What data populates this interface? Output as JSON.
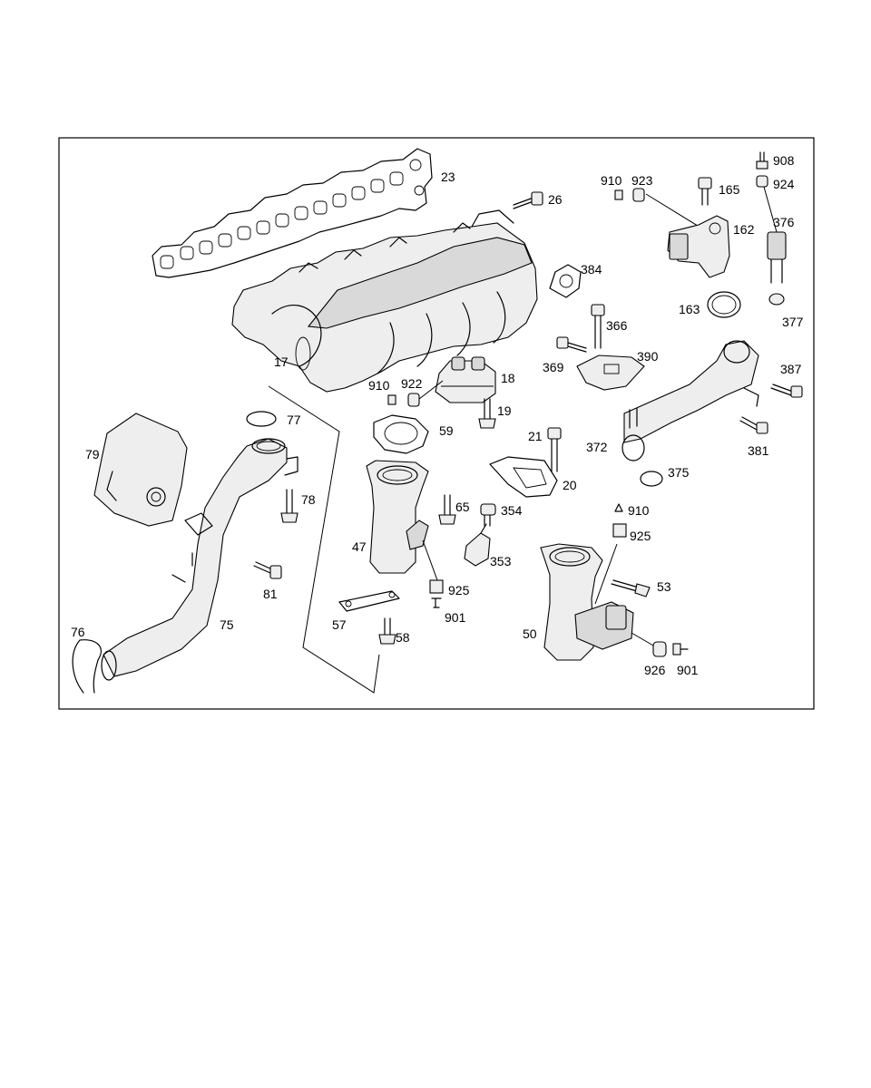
{
  "diagram": {
    "labels": {
      "p23": "23",
      "p26": "26",
      "p17": "17",
      "p384": "384",
      "p910a": "910",
      "p923": "923",
      "p165": "165",
      "p908": "908",
      "p924": "924",
      "p376": "376",
      "p162": "162",
      "p163": "163",
      "p377": "377",
      "p366": "366",
      "p369": "369",
      "p390": "390",
      "p387": "387",
      "p910b": "910",
      "p922": "922",
      "p18": "18",
      "p19": "19",
      "p59": "59",
      "p77": "77",
      "p79": "79",
      "p21": "21",
      "p372": "372",
      "p381": "381",
      "p375": "375",
      "p20": "20",
      "p78": "78",
      "p65": "65",
      "p354": "354",
      "p47": "47",
      "p353": "353",
      "p910c": "910",
      "p925a": "925",
      "p81": "81",
      "p925b": "925",
      "p53": "53",
      "p901a": "901",
      "p57": "57",
      "p75": "75",
      "p76": "76",
      "p58": "58",
      "p50": "50",
      "p926": "926",
      "p901b": "901"
    }
  }
}
